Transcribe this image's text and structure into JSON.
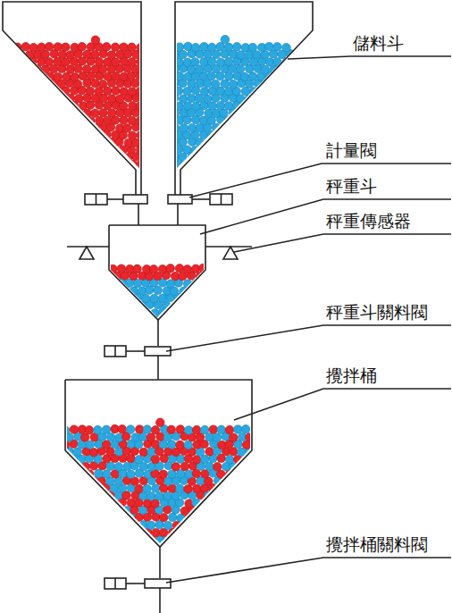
{
  "diagram": {
    "labels": [
      "儲料斗",
      "計量閥",
      "秤重斗",
      "秤重傳感器",
      "秤重斗關料閥",
      "攪拌桶",
      "攪拌桶關料閥"
    ]
  }
}
